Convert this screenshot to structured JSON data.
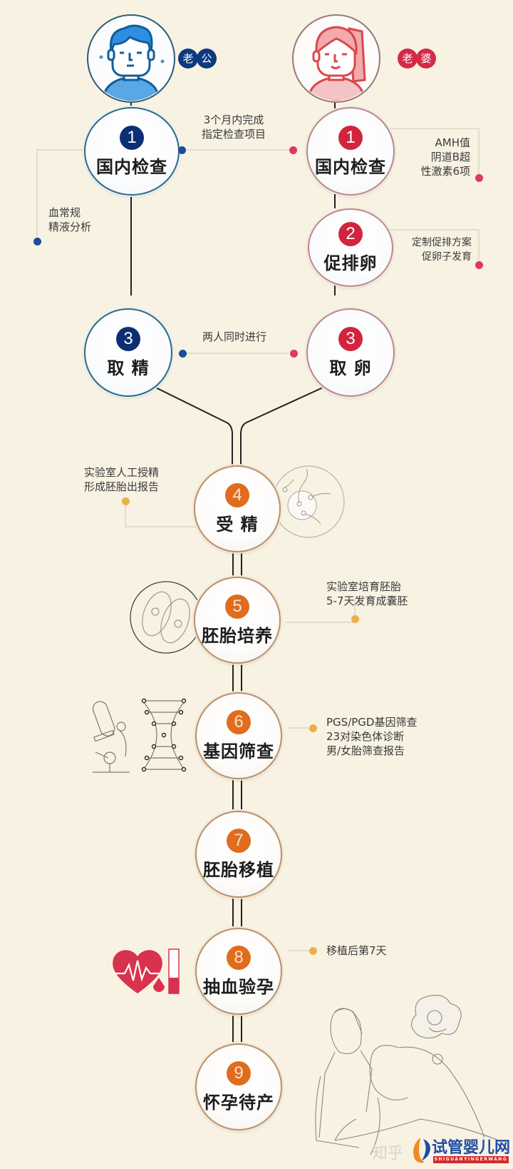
{
  "colors": {
    "background": "#f8f2e3",
    "husband_accent": "#0c2f73",
    "wife_accent": "#d2243e",
    "shared_accent": "#e06c1e",
    "connector_dot": "#eab04a"
  },
  "husband": {
    "avatar_icon": "man-avatar-icon",
    "tag_chars": [
      "老",
      "公"
    ],
    "steps": [
      {
        "num": "1",
        "title": "国内检查",
        "note": [
          "血常规",
          "精液分析"
        ]
      },
      {
        "num": "3",
        "title": "取 精"
      }
    ]
  },
  "wife": {
    "avatar_icon": "woman-avatar-icon",
    "tag_chars": [
      "老",
      "婆"
    ],
    "steps": [
      {
        "num": "1",
        "title": "国内检查",
        "note": [
          "AMH值",
          "阴道B超",
          "性激素6项"
        ]
      },
      {
        "num": "2",
        "title": "促排卵",
        "note": [
          "定制促排方案",
          "促卵子发育"
        ]
      },
      {
        "num": "3",
        "title": "取 卵"
      }
    ]
  },
  "bridges": {
    "step1": [
      "3个月内完成",
      "指定检查项目"
    ],
    "step3": [
      "两人同时进行"
    ]
  },
  "shared_steps": [
    {
      "num": "4",
      "title": "受 精",
      "note": [
        "实验室人工授精",
        "形成胚胎出报告"
      ],
      "illustration": "sperm-egg-icon"
    },
    {
      "num": "5",
      "title": "胚胎培养",
      "note": [
        "实验室培育胚胎",
        "5-7天发育成囊胚"
      ],
      "illustration": "embryo-cell-icon"
    },
    {
      "num": "6",
      "title": "基因筛查",
      "note": [
        "PGS/PGD基因筛查",
        "23对染色体诊断",
        "男/女胎筛查报告"
      ],
      "illustration": "microscope-dna-icon"
    },
    {
      "num": "7",
      "title": "胚胎移植"
    },
    {
      "num": "8",
      "title": "抽血验孕",
      "note": [
        "移植后第7天"
      ],
      "illustration": "heart-blood-icon"
    },
    {
      "num": "9",
      "title": "怀孕待产",
      "illustration": "doctor-patient-sketch"
    }
  ],
  "watermarks": {
    "zhihu": "知乎",
    "brand": "试管婴儿网",
    "brand_sub": "SHIGUANYINGERWANG"
  }
}
